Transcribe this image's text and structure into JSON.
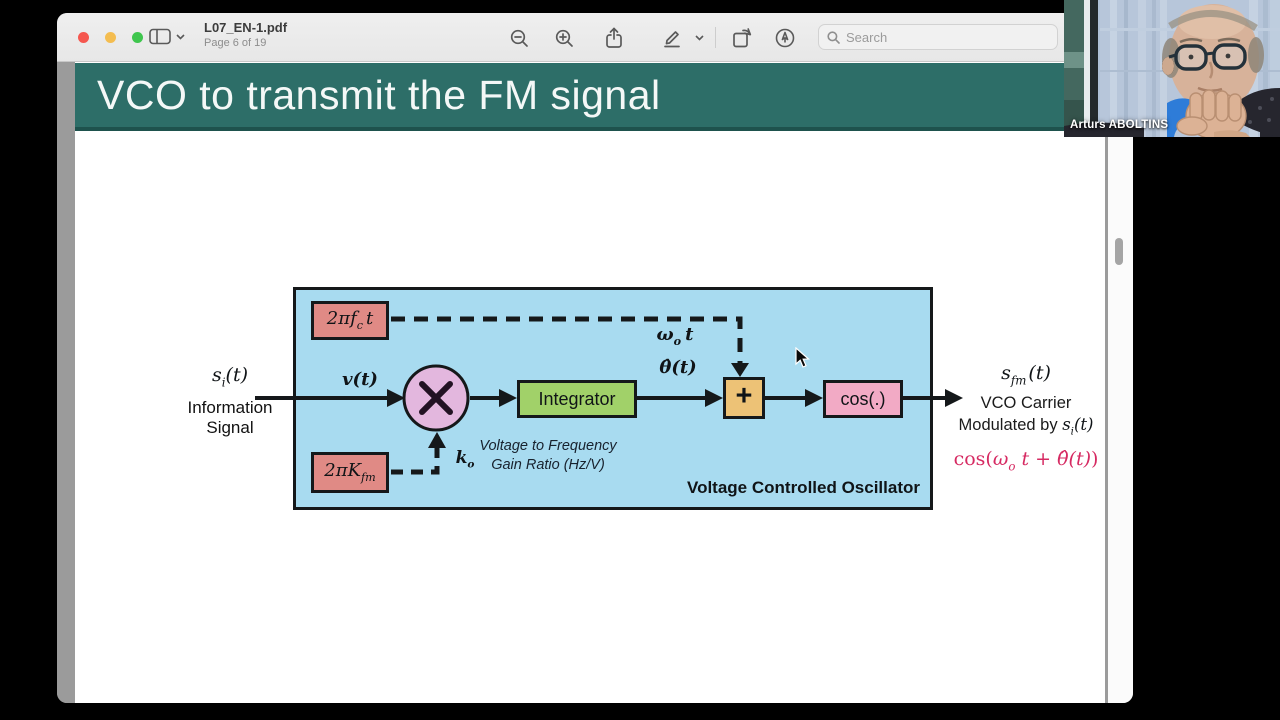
{
  "chrome": {
    "doc_title": "L07_EN-1.pdf",
    "page_indicator": "Page 6 of 19",
    "search_placeholder": "Search"
  },
  "slide": {
    "title": "VCO to transmit the FM signal"
  },
  "diagram": {
    "si": {
      "base": "s",
      "sub": "i",
      "post": "(t)"
    },
    "input_caption1": "Information",
    "input_caption2": "Signal",
    "v_label": "v(t)",
    "fc": {
      "pre": "2π",
      "base": "f",
      "sub": "c",
      "post": "t"
    },
    "kfm": {
      "pre": "2π",
      "base": "K",
      "sub": "fm"
    },
    "omega": {
      "base": "ω",
      "sub": "o",
      "post": "t"
    },
    "theta": "θ̂(t)",
    "ko": {
      "base": "k",
      "sub": "o"
    },
    "integrator": "Integrator",
    "plus": "+",
    "cos": "cos(.)",
    "gain_note1": "Voltage to Frequency",
    "gain_note2": "Gain Ratio (Hz/V)",
    "caption": "Voltage Controlled Oscillator",
    "out": {
      "sig": {
        "base": "s",
        "sub": "fm",
        "post": "(t)"
      },
      "line1": "VCO Carrier",
      "line2_pre": "Modulated by ",
      "line2_sig": {
        "base": "s",
        "sub": "i",
        "post": "(t)"
      },
      "formula": {
        "p1": "cos",
        "p2": "(",
        "p3": "ω",
        "sub": "o",
        "p4": " t + θ̂(t)",
        "p5": ")"
      }
    }
  },
  "webcam": {
    "name": "Arturs ABOLTINS"
  },
  "colors": {
    "banner_teal": "#2d6e68",
    "diagram_bg": "#a8dbf0",
    "source_box_salmon": "#e08a85",
    "multiplier_pink": "#e3b7de",
    "integrator_green": "#a1d169",
    "adder_orange": "#edc276",
    "cos_pink": "#f2aac5",
    "formula_pink": "#d62a62"
  }
}
